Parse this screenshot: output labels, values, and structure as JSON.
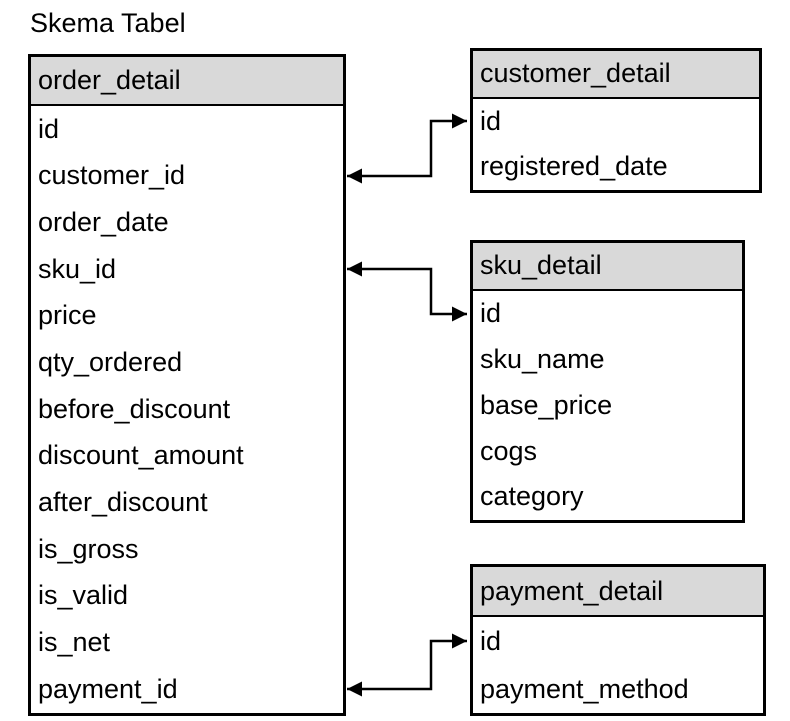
{
  "title": "Skema Tabel",
  "colors": {
    "header_bg": "#d9d9d9",
    "border": "#000000",
    "text": "#000000",
    "background": "#ffffff"
  },
  "tables": {
    "order_detail": {
      "name": "order_detail",
      "fields": [
        "id",
        "customer_id",
        "order_date",
        "sku_id",
        "price",
        "qty_ordered",
        "before_discount",
        "discount_amount",
        "after_discount",
        "is_gross",
        "is_valid",
        "is_net",
        "payment_id"
      ]
    },
    "customer_detail": {
      "name": "customer_detail",
      "fields": [
        "id",
        "registered_date"
      ]
    },
    "sku_detail": {
      "name": "sku_detail",
      "fields": [
        "id",
        "sku_name",
        "base_price",
        "cogs",
        "category"
      ]
    },
    "payment_detail": {
      "name": "payment_detail",
      "fields": [
        "id",
        "payment_method"
      ]
    }
  },
  "relations": [
    {
      "from": "order_detail.customer_id",
      "to": "customer_detail.id"
    },
    {
      "from": "order_detail.sku_id",
      "to": "sku_detail.id"
    },
    {
      "from": "order_detail.payment_id",
      "to": "payment_detail.id"
    }
  ]
}
